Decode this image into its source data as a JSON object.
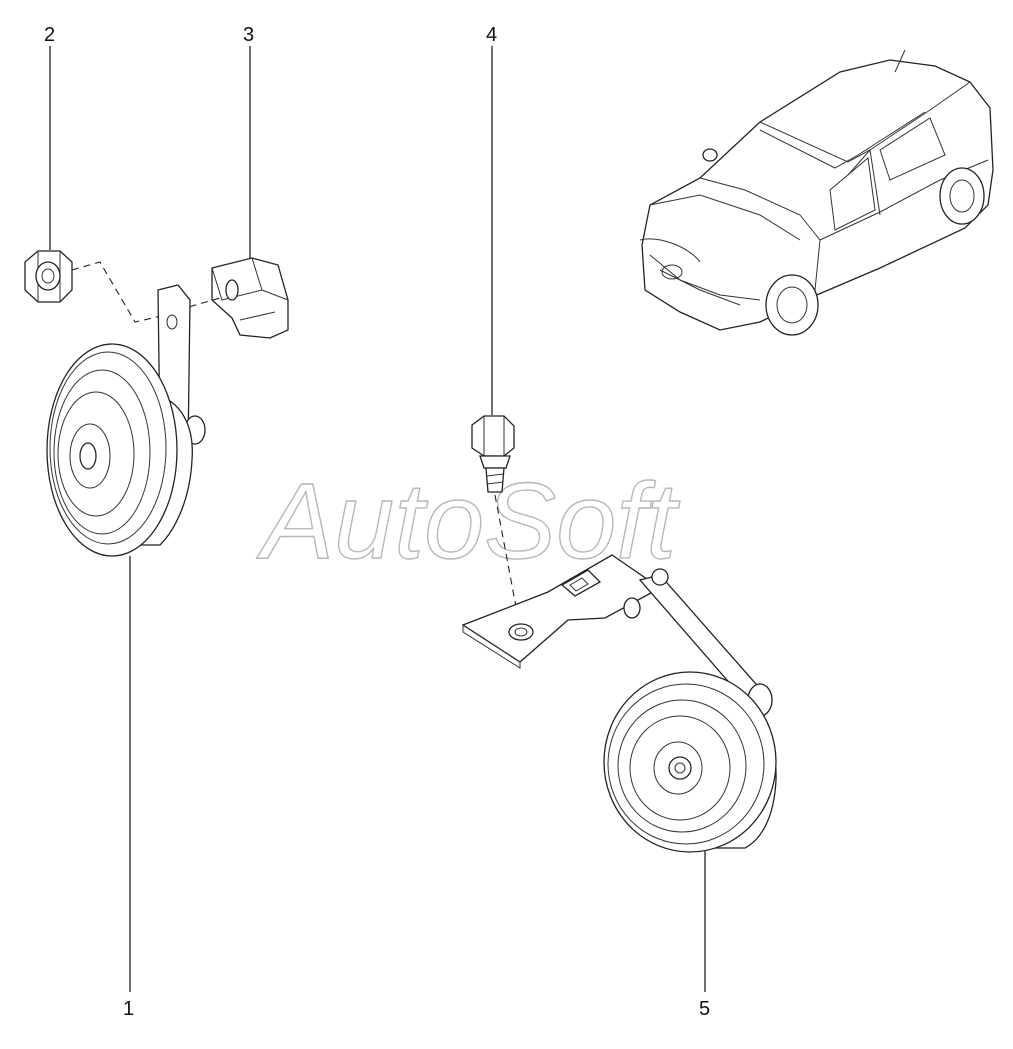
{
  "watermark": "AutoSoft",
  "callouts": [
    {
      "id": "1",
      "label": "1"
    },
    {
      "id": "2",
      "label": "2"
    },
    {
      "id": "3",
      "label": "3"
    },
    {
      "id": "4",
      "label": "4"
    },
    {
      "id": "5",
      "label": "5"
    }
  ],
  "colors": {
    "line": "#222222",
    "watermark": "#b8b8b8",
    "background": "#ffffff"
  }
}
